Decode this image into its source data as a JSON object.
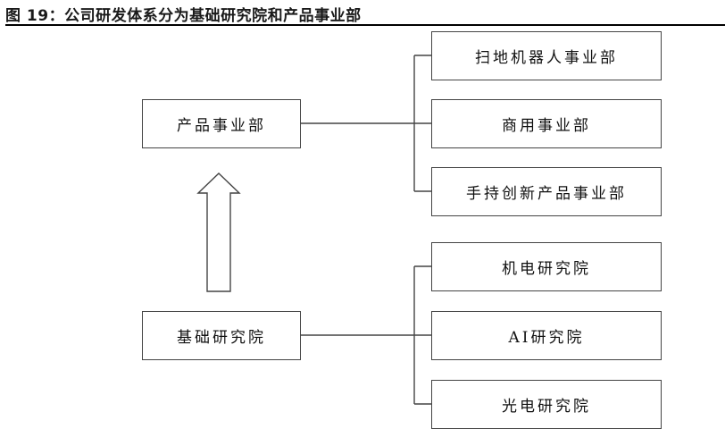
{
  "title": "图 19：公司研发体系分为基础研究院和产品事业部",
  "nodes": {
    "product": "产品事业部",
    "research": "基础研究院",
    "robot": "扫地机器人事业部",
    "commercial": "商用事业部",
    "handheld": "手持创新产品事业部",
    "mech": "机电研究院",
    "ai": "AI研究院",
    "optical": "光电研究院"
  }
}
